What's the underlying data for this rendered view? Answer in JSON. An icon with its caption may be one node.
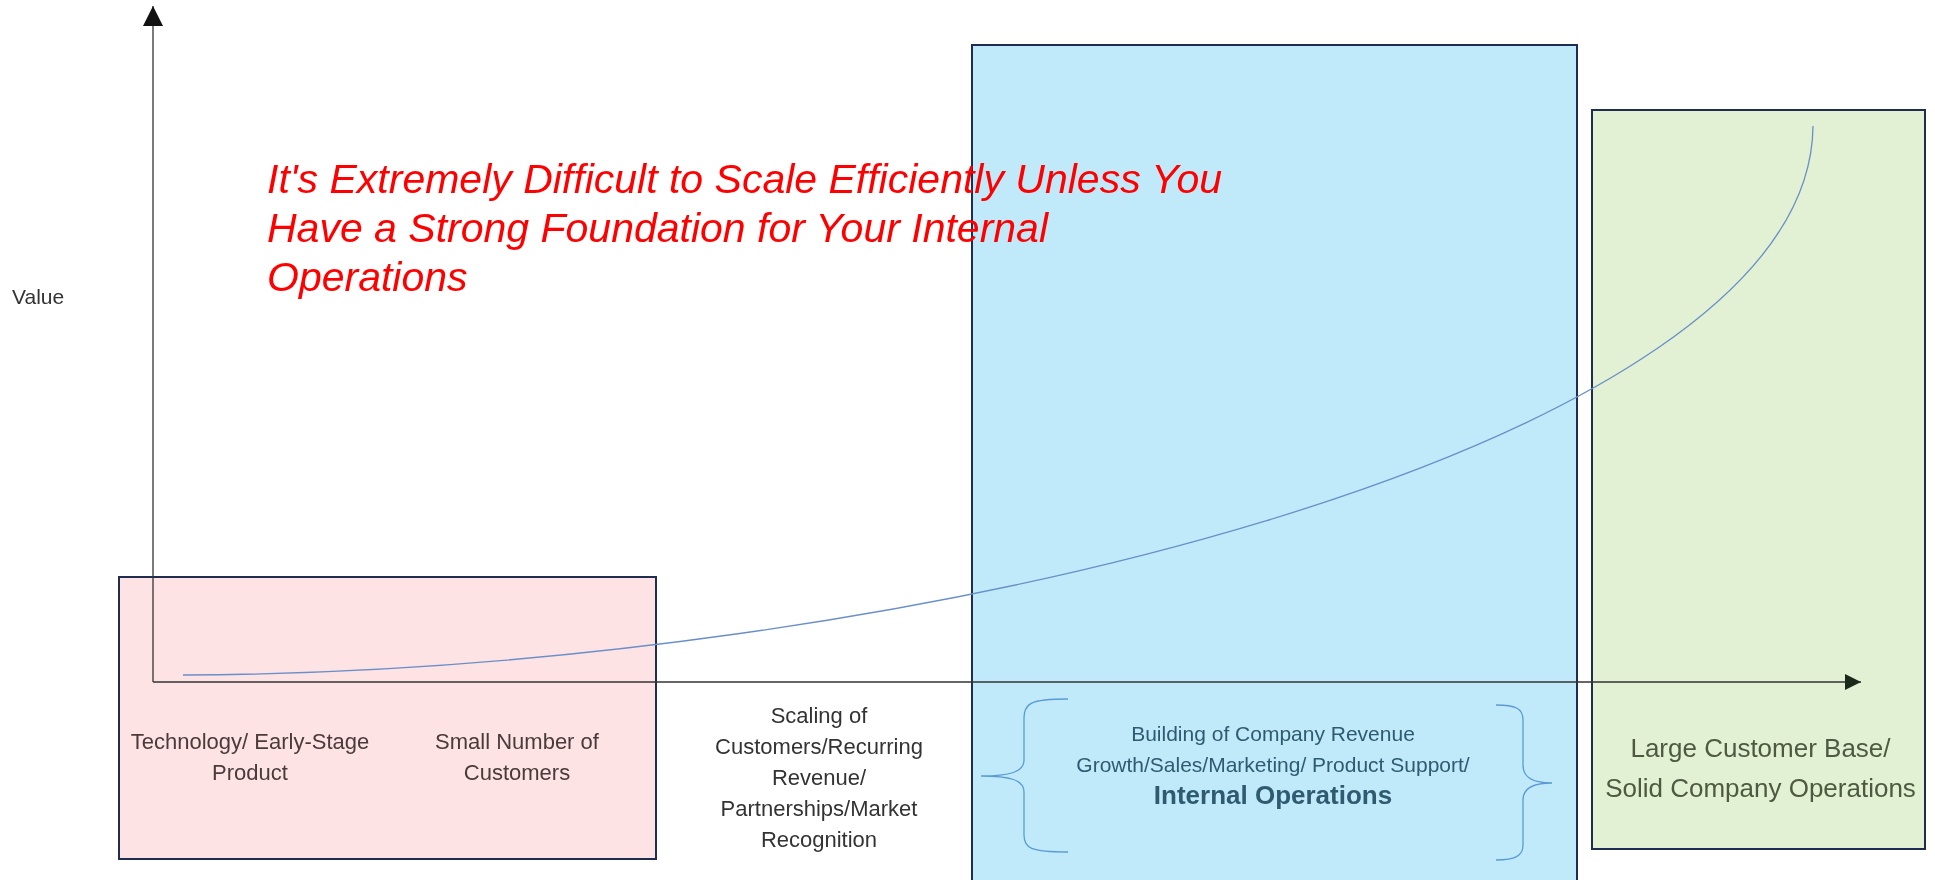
{
  "diagram": {
    "title": "It's Extremely Difficult to Scale Efficiently Unless You Have a Strong Foundation for Your Internal Operations",
    "nodes": [
      {
        "text": [
          "Technology/ Early-Stage Product",
          "Small Number of Customers"
        ]
      },
      {
        "text": [
          "Building of Company Revenue Growth/Sales/Marketing/ Product Support/ **Internal Operations**"
        ]
      },
      {
        "text": [
          "Large Customer Base/ Solid Company Operations"
        ]
      }
    ],
    "labels": [
      "Value",
      "Scaling of Customers/Recurring Revenue/ Partnerships/Market Recognition"
    ]
  }
}
